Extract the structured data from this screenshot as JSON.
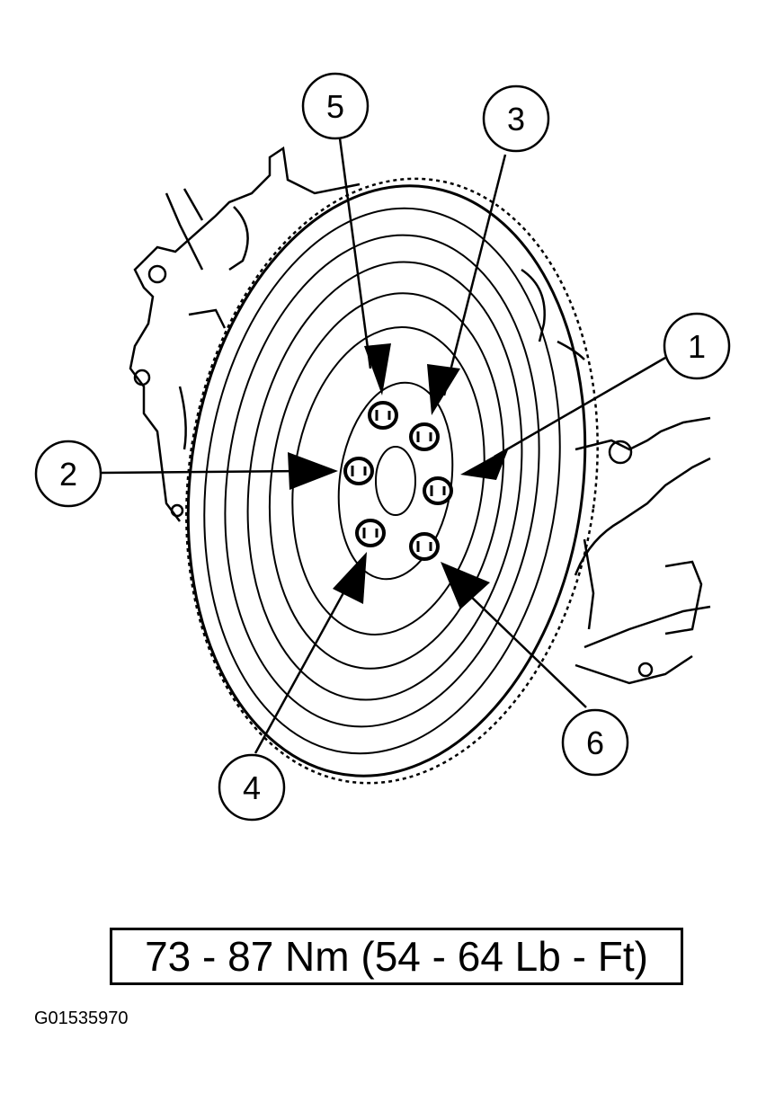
{
  "callouts": [
    {
      "id": "1",
      "label": "1"
    },
    {
      "id": "2",
      "label": "2"
    },
    {
      "id": "3",
      "label": "3"
    },
    {
      "id": "4",
      "label": "4"
    },
    {
      "id": "5",
      "label": "5"
    },
    {
      "id": "6",
      "label": "6"
    }
  ],
  "torque_spec": "73 - 87 Nm (54 - 64 Lb - Ft)",
  "figure_id": "G01535970"
}
